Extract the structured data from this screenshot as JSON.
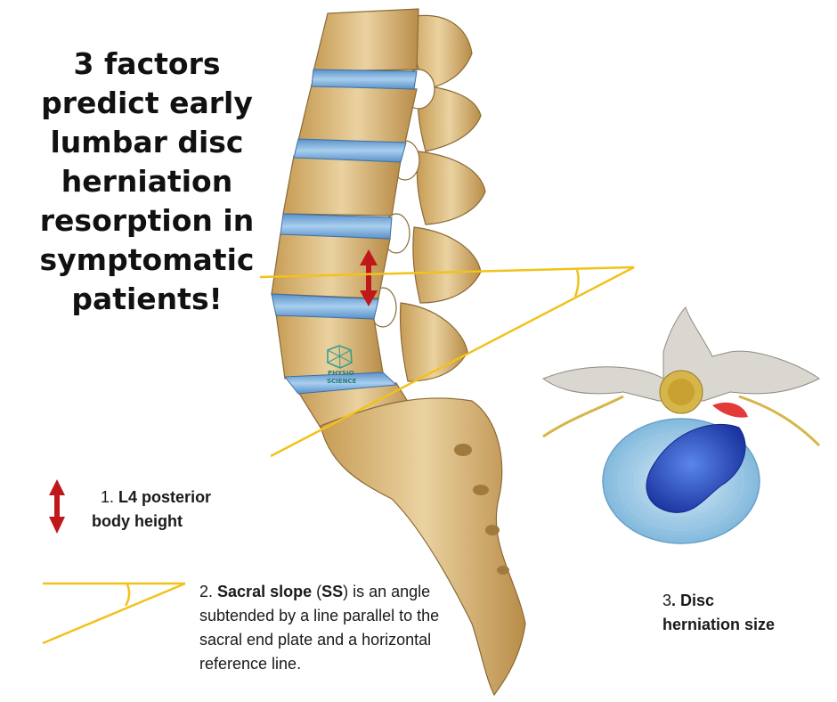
{
  "headline": {
    "lines": [
      "3 factors",
      "predict early",
      "lumbar disc",
      "herniation",
      "resorption in",
      "symptomatic",
      "patients!"
    ]
  },
  "logo": {
    "line1": "PHYSIO",
    "line2": "SCIENCE"
  },
  "legend": {
    "factor1": {
      "number": "1.",
      "bold_text": "L4 posterior",
      "line2": "body height"
    },
    "factor2": {
      "number": "2.",
      "bold_text": "Sacral slope",
      "abbr_open": " (",
      "abbr": "SS",
      "rest_line1": ") is an angle",
      "line2": "subtended by a line parallel to the",
      "line3": "sacral end plate and a horizontal",
      "line4": "reference line."
    },
    "factor3": {
      "number": "3",
      "bold_text": ". Disc",
      "line2": "herniation size"
    }
  },
  "colors": {
    "bone": "#d9b877",
    "disc": "#7fb0dc",
    "angle_line": "#f2c21a",
    "arrow": "#c0171a",
    "herniation": "#2446b8"
  },
  "icons": [
    "double-arrow-icon",
    "angle-icon",
    "physio-science-logo"
  ]
}
